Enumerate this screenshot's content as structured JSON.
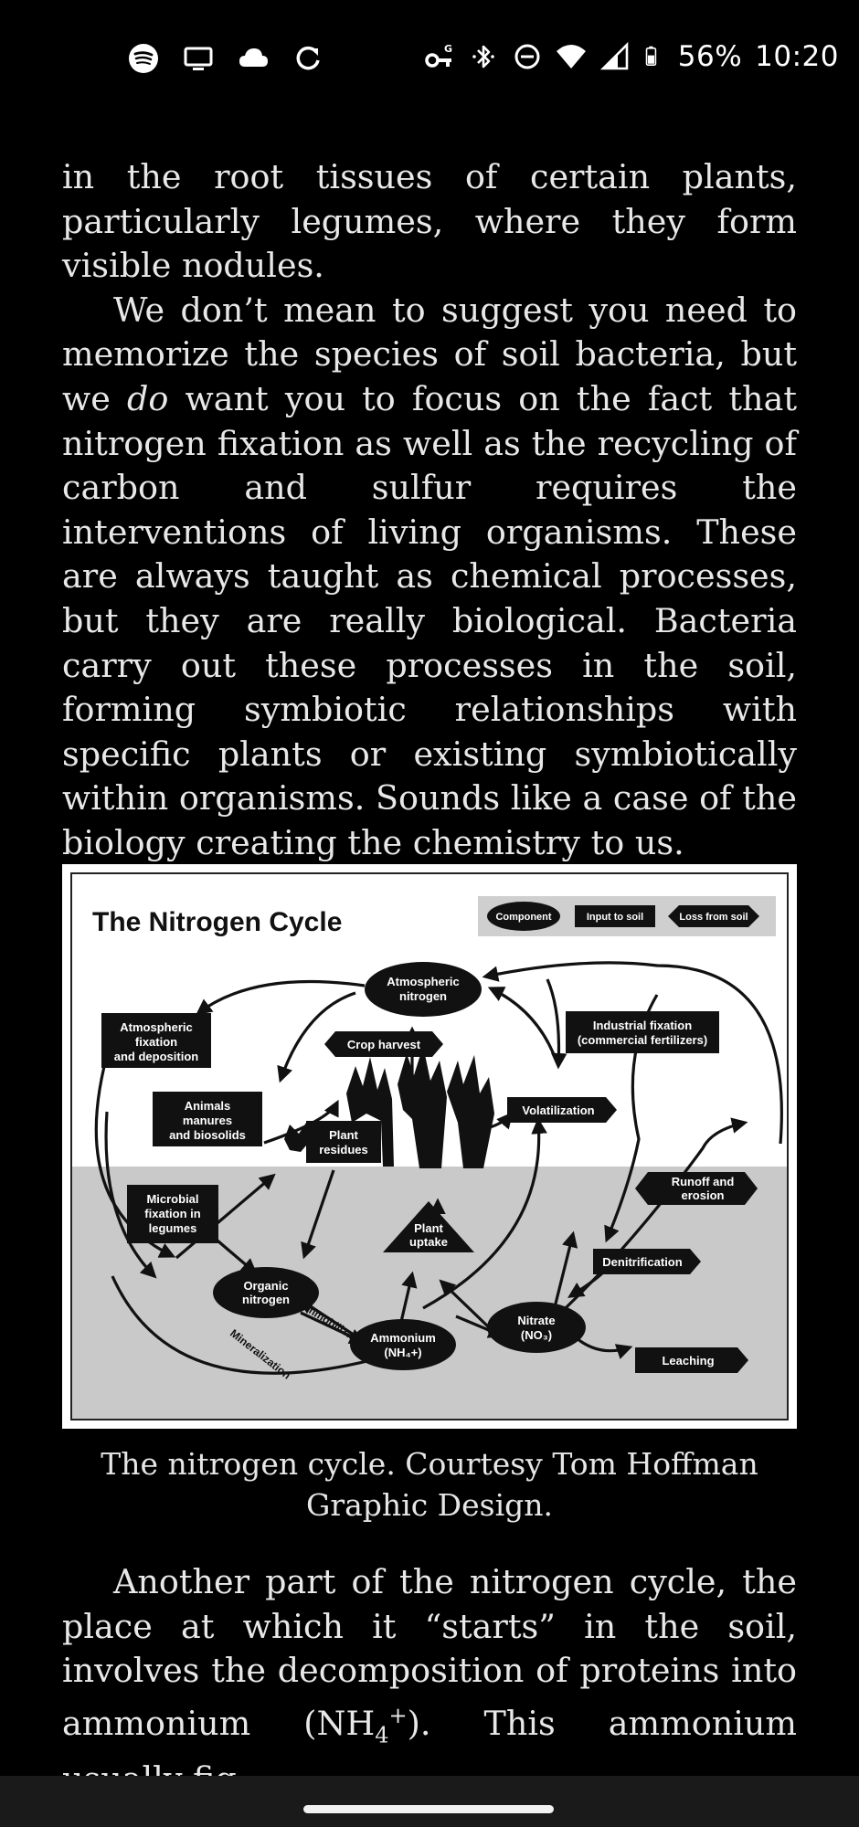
{
  "status_bar": {
    "left_icons": [
      "spotify-icon",
      "cast-screen-icon",
      "cloud-icon",
      "sync-icon"
    ],
    "right_icons": [
      "vpn-key-icon",
      "bluetooth-icon",
      "do-not-disturb-icon",
      "wifi-icon",
      "cellular-signal-icon",
      "battery-icon"
    ],
    "battery": "56%",
    "time": "10:20"
  },
  "book": {
    "p1": "in the root tissues of certain plants, particu­larly legumes, where they form visible nod­ules.",
    "p2_before_em": "We don’t mean to suggest you need to memorize the species of soil bacteria, but we ",
    "p2_em": "do",
    "p2_after_em": " want you to focus on the fact that nitro­gen fixation as well as the recycling of carbon and sulfur requires the interventions of living organisms. These are always taught as chem­ical processes, but they are really biological. Bacteria carry out these processes in the soil, forming symbiotic relationships with specific plants or existing symbiotically within organ­isms. Sounds like a case of the biology creating the chemistry to us.",
    "caption": "The nitrogen cycle. Courtesy Tom Hoffman Graphic Design.",
    "p3_before_sub": "Another part of the nitrogen cycle, the place at which it “starts” in the soil, involves the decomposition of proteins into ammo­nium (NH",
    "p3_sub": "4",
    "p3_sup": "+",
    "p3_after": "). This ammonium usually fig-"
  },
  "figure": {
    "title": "The Nitrogen Cycle",
    "legend": {
      "component": "Component",
      "input": "Input to soil",
      "loss": "Loss from soil"
    },
    "atmospheric_nitrogen": [
      "Atmospheric",
      "nitrogen"
    ],
    "atmospheric_fixation": [
      "Atmospheric",
      "fixation",
      "and deposition"
    ],
    "crop_harvest": "Crop harvest",
    "industrial_fixation": [
      "Industrial fixation",
      "(commercial fertilizers)"
    ],
    "animals": [
      "Animals",
      "manures",
      "and biosolids"
    ],
    "volatilization": "Volatilization",
    "plant_residues": [
      "Plant",
      "residues"
    ],
    "runoff": [
      "Runoff and",
      "erosion"
    ],
    "microbial": [
      "Microbial",
      "fixation in",
      "legumes"
    ],
    "plant_uptake": [
      "Plant",
      "uptake"
    ],
    "denitrification": "Denitrification",
    "organic_nitrogen": [
      "Organic",
      "nitrogen"
    ],
    "immobilization": "Immobilization",
    "mineralization": "Mineralization",
    "ammonium": [
      "Ammonium",
      "(NH₄+)"
    ],
    "nitrate": [
      "Nitrate",
      "(NO₃)"
    ],
    "leaching": "Leaching"
  }
}
